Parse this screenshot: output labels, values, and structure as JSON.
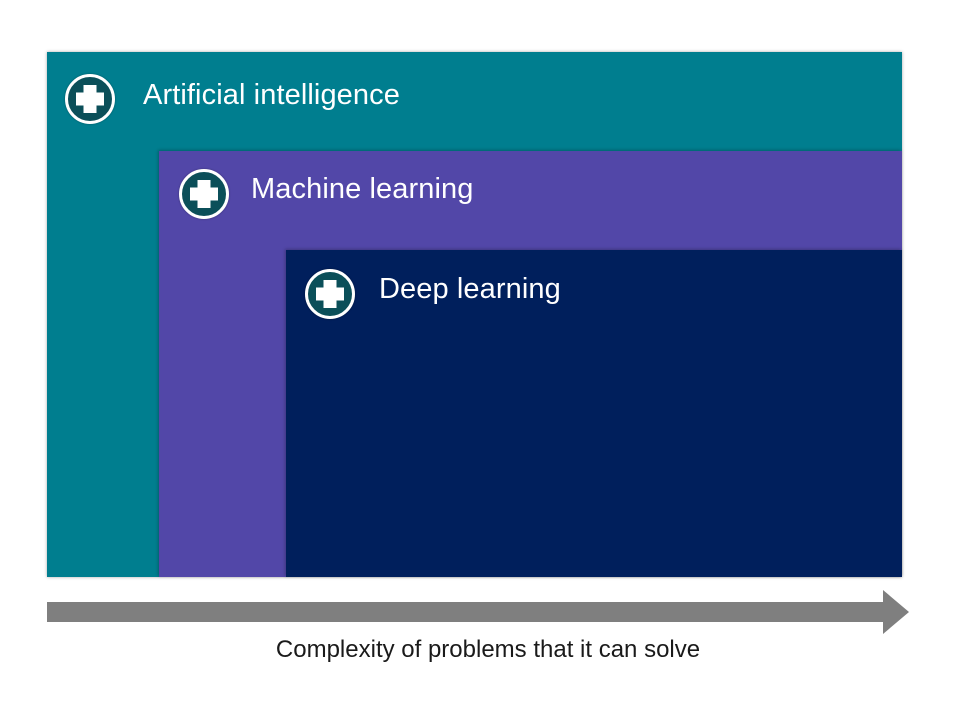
{
  "levels": [
    {
      "label": "Artificial intelligence",
      "color": "#007E8F",
      "icon": "plus-circle-icon"
    },
    {
      "label": "Machine learning",
      "color": "#5247A8",
      "icon": "plus-circle-icon"
    },
    {
      "label": "Deep learning",
      "color": "#001F5C",
      "icon": "plus-circle-icon"
    }
  ],
  "icon_color": "#0B4F59",
  "arrow_color": "#7F7F7F",
  "caption": "Complexity of problems that it can solve"
}
